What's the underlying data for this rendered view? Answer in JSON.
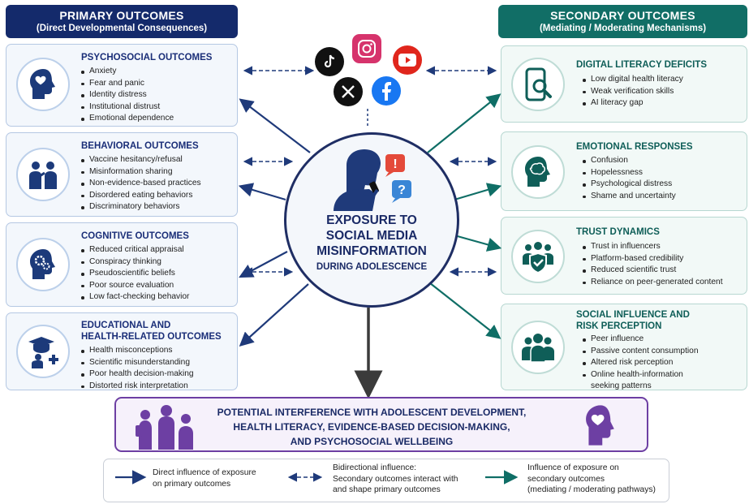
{
  "headers": {
    "primary": {
      "title": "PRIMARY OUTCOMES",
      "subtitle": "(Direct Developmental Consequences)"
    },
    "secondary": {
      "title": "SECONDARY OUTCOMES",
      "subtitle": "(Mediating / Moderating Mechanisms)"
    }
  },
  "primary": [
    {
      "title": "PSYCHOSOCIAL OUTCOMES",
      "icon": "head-heart-icon",
      "items": [
        "Anxiety",
        "Fear and panic",
        "Identity distress",
        "Institutional distrust",
        "Emotional dependence"
      ]
    },
    {
      "title": "BEHAVIORAL OUTCOMES",
      "icon": "people-interaction-icon",
      "items": [
        "Vaccine hesitancy/refusal",
        "Misinformation sharing",
        "Non-evidence-based practices",
        "Disordered eating behaviors",
        "Discriminatory behaviors"
      ]
    },
    {
      "title": "COGNITIVE OUTCOMES",
      "icon": "head-gears-icon",
      "items": [
        "Reduced critical appraisal",
        "Conspiracy thinking",
        "Pseudoscientific beliefs",
        "Poor source evaluation",
        "Low fact-checking behavior"
      ]
    },
    {
      "title": "EDUCATIONAL AND",
      "title2": "HEALTH-RELATED OUTCOMES",
      "icon": "graduate-health-icon",
      "items": [
        "Health misconceptions",
        "Scientific misunderstanding",
        "Poor health decision-making",
        "Distorted risk interpretation"
      ]
    }
  ],
  "secondary": [
    {
      "title": "DIGITAL LITERACY DEFICITS",
      "icon": "phone-search-icon",
      "items": [
        "Low digital health literacy",
        "Weak verification skills",
        "AI literacy gap"
      ]
    },
    {
      "title": "EMOTIONAL RESPONSES",
      "icon": "head-brain-icon",
      "items": [
        "Confusion",
        "Hopelessness",
        "Psychological distress",
        "Shame and uncertainty"
      ]
    },
    {
      "title": "TRUST DYNAMICS",
      "icon": "group-shield-icon",
      "items": [
        "Trust in influencers",
        "Platform-based credibility",
        "Reduced scientific trust",
        "Reliance on peer-generated content"
      ]
    },
    {
      "title": "SOCIAL INFLUENCE AND",
      "title2": "RISK PERCEPTION",
      "icon": "group-icon",
      "items": [
        "Peer influence",
        "Passive content consumption",
        "Altered risk perception",
        "Online health-information",
        "seeking patterns"
      ]
    }
  ],
  "center": {
    "line1": "EXPOSURE TO",
    "line2": "SOCIAL MEDIA",
    "line3": "MISINFORMATION",
    "line4": "DURING ADOLESCENCE",
    "icon": "teen-phone-icon"
  },
  "social": [
    "instagram-icon",
    "tiktok-icon",
    "youtube-icon",
    "x-icon",
    "facebook-icon"
  ],
  "bottom": {
    "line1": "POTENTIAL INTERFERENCE WITH ADOLESCENT DEVELOPMENT,",
    "line2": "HEALTH LITERACY, EVIDENCE-BASED DECISION-MAKING,",
    "line3": "AND PSYCHOSOCIAL WELLBEING"
  },
  "legend": {
    "direct": {
      "line1": "Direct influence of exposure",
      "line2": "on primary outcomes"
    },
    "bidirectional": {
      "line1": "Bidirectional influence:",
      "line2": "Secondary outcomes interact with",
      "line3": "and shape primary outcomes"
    },
    "secondary": {
      "line1": "Influence of exposure on",
      "line2": "secondary outcomes",
      "line3": "(mediating / moderating pathways)"
    }
  },
  "colors": {
    "primary_dark": "#142a6b",
    "secondary_dark": "#116e66",
    "accent_purple": "#6d3fa3"
  }
}
